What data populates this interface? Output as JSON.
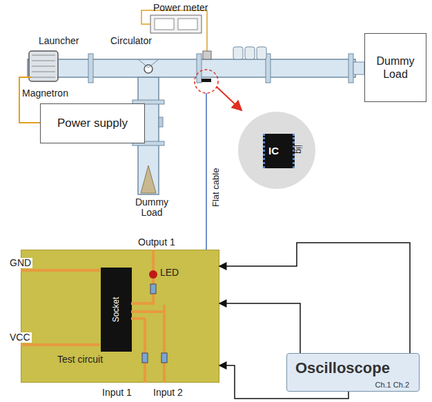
{
  "diagram": {
    "nodes": [
      {
        "text": [
          "Power supply"
        ]
      },
      {
        "text": [
          "Dummy Load"
        ]
      },
      {
        "text": [
          "IC",
          "jig"
        ]
      },
      {
        "text": [
          "Test circuit"
        ]
      },
      {
        "text": [
          "Socket"
        ],
        "in": 3
      },
      {
        "text": [
          "Oscilloscope",
          "Ch.1 Ch.2"
        ]
      }
    ],
    "edges": [
      {
        "from": 5,
        "to": 3,
        "arrow": "to"
      },
      {
        "from": 5,
        "to": 3,
        "arrow": "to"
      },
      {
        "from": 5,
        "to": 3,
        "arrow": "to"
      }
    ],
    "labels": [
      "Power meter",
      "Launcher",
      "Circulator",
      "Magnetron",
      "Dummy Load",
      "Flat cable",
      "GND",
      "VCC",
      "Output 1",
      "LED",
      "Input 1",
      "Input 2"
    ]
  }
}
